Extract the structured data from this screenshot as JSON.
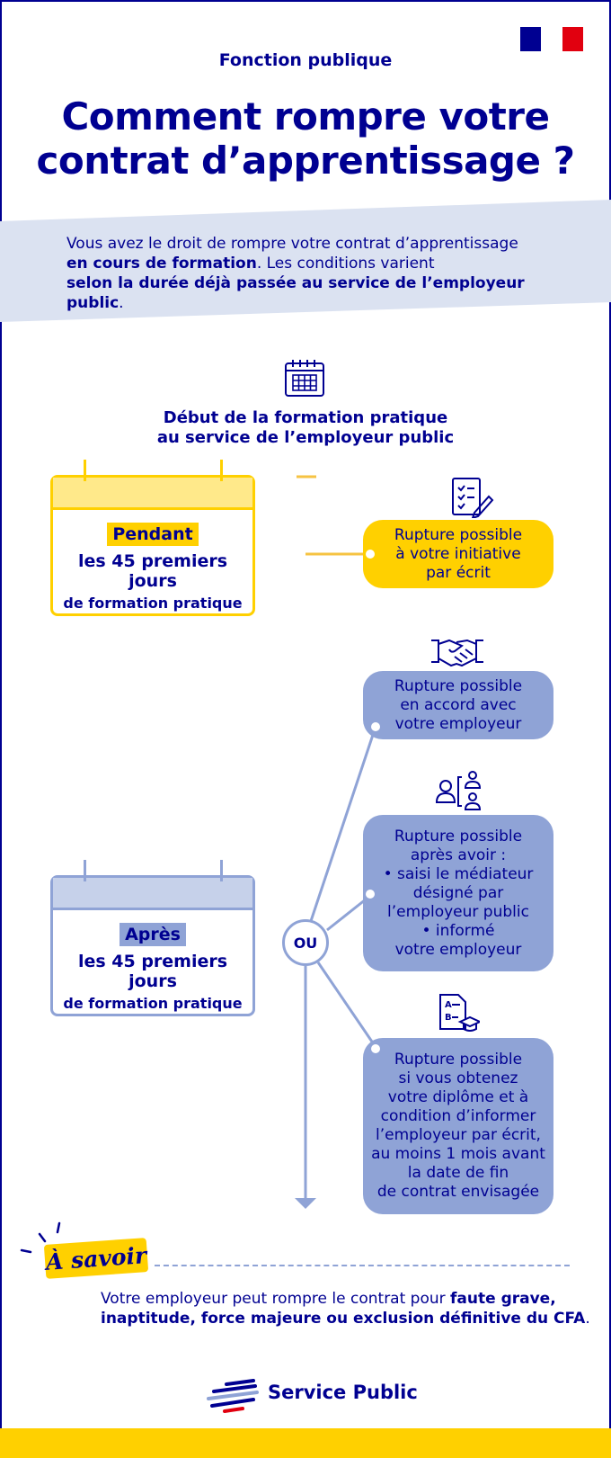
{
  "header": {
    "subtitle": "Fonction publique",
    "title_line1": "Comment rompre votre",
    "title_line2": "contrat d’apprentissage ?"
  },
  "intro": {
    "p1": "Vous avez le droit de rompre votre contrat d’apprentissage",
    "p2_bold": "en cours de formation",
    "p2_rest": ". Les conditions varient",
    "p3_bold": "selon la durée déjà passée au service de l’employeur public",
    "p3_rest": "."
  },
  "timeline": {
    "start_line1": "Début de la formation pratique",
    "start_line2": "au service de l’employeur public",
    "or_label": "OU"
  },
  "periods": {
    "during": {
      "tag": "Pendant",
      "line1": "les 45 premiers jours",
      "line2": "de formation pratique"
    },
    "after": {
      "tag": "Après",
      "line1": "les 45 premiers jours",
      "line2": "de formation pratique"
    }
  },
  "options": {
    "initiative": [
      "Rupture possible",
      "à votre initiative",
      "par écrit"
    ],
    "agreement": [
      "Rupture possible",
      "en accord avec",
      "votre employeur"
    ],
    "mediator": [
      "Rupture possible",
      "après avoir :",
      "• saisi le médiateur",
      "désigné par",
      "l’employeur public",
      "• informé",
      "votre employeur"
    ],
    "diploma": [
      "Rupture possible",
      "si vous obtenez",
      "votre diplôme et à",
      "condition d’informer",
      "l’employeur par écrit,",
      "au moins 1 mois avant",
      "la date de fin",
      "de contrat envisagée"
    ]
  },
  "savoir": {
    "tag": "À savoir",
    "note_start": "Votre employeur peut rompre le contrat pour ",
    "note_bold1": "faute grave,",
    "note_bold2": "inaptitude, force majeure ou exclusion définitive du CFA",
    "note_end": "."
  },
  "footer": {
    "brand": "Service Public"
  },
  "colors": {
    "navy": "#000091",
    "yellow": "#ffd000",
    "light_yellow": "#ffe98a",
    "blue": "#8fa3d6",
    "light_blue": "#c6d1ea",
    "band": "#dbe2f1",
    "red": "#e1000f"
  }
}
